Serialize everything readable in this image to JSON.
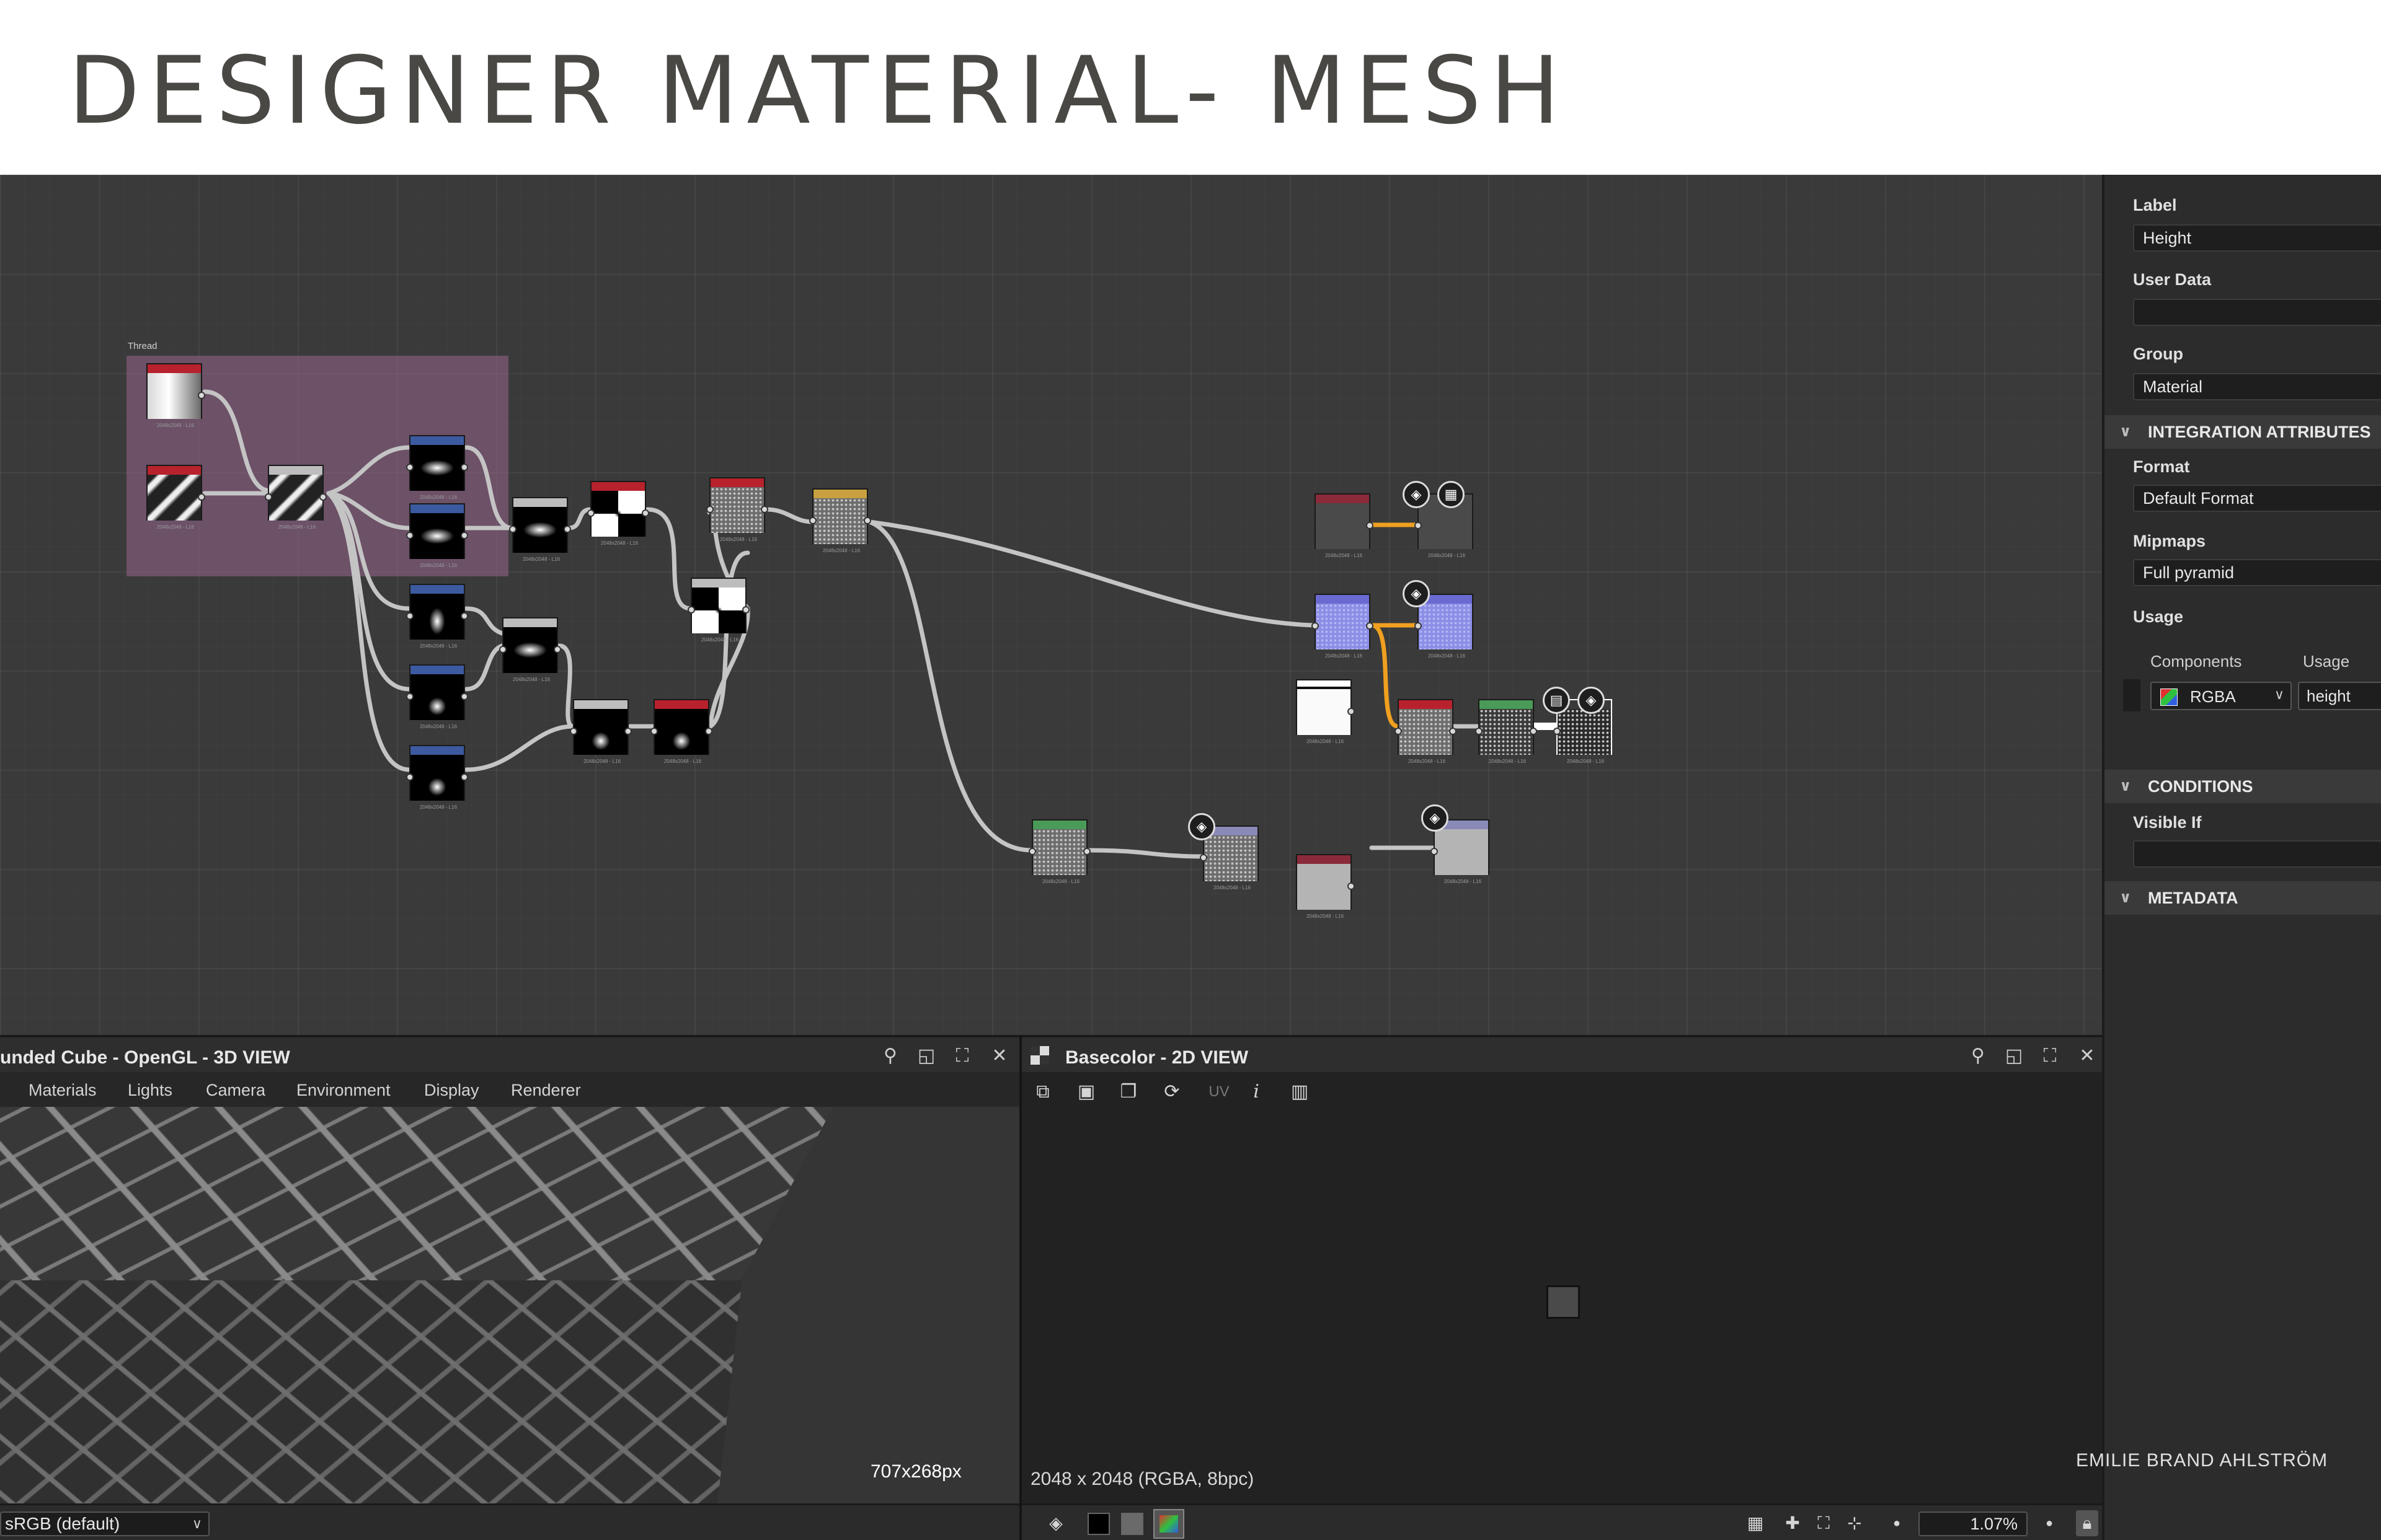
{
  "header": {
    "title": "DESIGNER MATERIAL- MESH"
  },
  "graph": {
    "frame_label": "Thread",
    "node_size_label": "2048x2048 - L16"
  },
  "properties": {
    "label_title": "Label",
    "label_value": "Height",
    "user_data_title": "User Data",
    "user_data_value": "",
    "group_title": "Group",
    "group_value": "Material",
    "integration_section": "INTEGRATION ATTRIBUTES",
    "format_title": "Format",
    "format_value": "Default Format",
    "mipmaps_title": "Mipmaps",
    "mipmaps_value": "Full pyramid",
    "usage_title": "Usage",
    "components_header": "Components",
    "usage_header": "Usage",
    "components_value": "RGBA",
    "usage_value": "height",
    "conditions_section": "CONDITIONS",
    "visible_if_title": "Visible If",
    "visible_if_value": "",
    "metadata_section": "METADATA"
  },
  "view3d": {
    "title": "unded Cube - OpenGL - 3D VIEW",
    "menu": [
      "Materials",
      "Lights",
      "Camera",
      "Environment",
      "Display",
      "Renderer"
    ],
    "resolution": "707x268px",
    "colorspace": "sRGB (default)"
  },
  "view2d": {
    "title": "Basecolor - 2D VIEW",
    "uv_label": "UV",
    "info": "2048 x 2048 (RGBA, 8bpc)",
    "zoom": "1.07%"
  },
  "credit": {
    "author": "EMILIE BRAND AHLSTRÖM"
  },
  "colors": {
    "frame": "#96648c",
    "selected_wire": "#f0a020",
    "panel_bg": "#2c2c2c"
  }
}
